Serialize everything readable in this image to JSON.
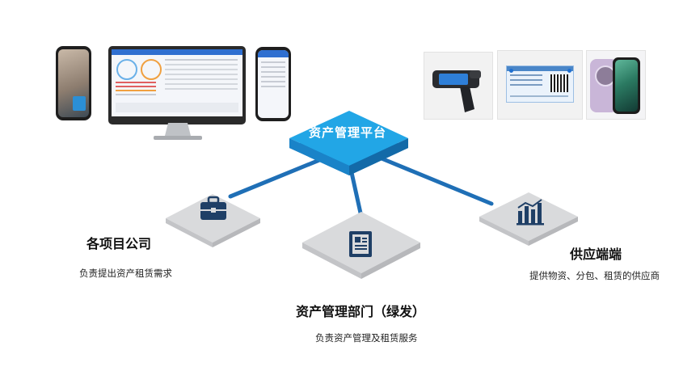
{
  "hub": {
    "label": "资产管理平台"
  },
  "nodes": {
    "projects": {
      "title": "各项目公司",
      "desc": "负责提出资产租赁需求",
      "icon": "briefcase-icon"
    },
    "department": {
      "title": "资产管理部门（绿发）",
      "desc": "负责资产管理及租赁服务",
      "icon": "document-icon"
    },
    "supplier": {
      "title": "供应端端",
      "desc": "提供物资、分包、租赁的供应商",
      "icon": "bar-chart-icon"
    }
  },
  "colors": {
    "hub": "#1e9bd8",
    "link": "#1f6fb6",
    "tile": "#d9dadc",
    "icon": "#1f3f66"
  },
  "devices": {
    "left": [
      "phone-image",
      "desktop-monitor-image",
      "phone-image"
    ],
    "right": [
      "handheld-scanner-image",
      "asset-tag-label-image",
      "smartphone-image"
    ]
  }
}
